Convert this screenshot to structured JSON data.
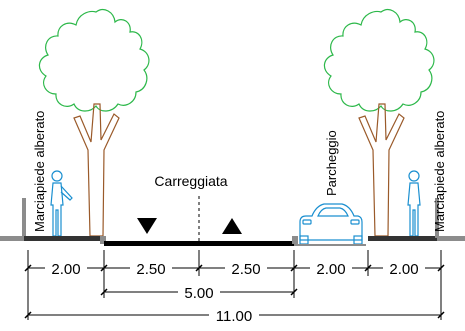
{
  "labels": {
    "left_sidewalk": "Marciapiede alberato",
    "roadway": "Carreggiata",
    "parking": "Parcheggio",
    "right_sidewalk": "Marciapiede alberato"
  },
  "dimensions": {
    "left_sidewalk": "2.00",
    "lane_left": "2.50",
    "lane_right": "2.50",
    "parking": "2.00",
    "right_sidewalk": "2.00",
    "roadway_total": "5.00",
    "total": "11.00"
  },
  "colors": {
    "tree_canopy": "#2db84a",
    "tree_trunk": "#9a5a2a",
    "person": "#1a8fd0",
    "car": "#1a8fd0",
    "asphalt": "#000000",
    "curb": "#8c8c8c",
    "line": "#000000"
  },
  "icons": {
    "left_arrow": "down-triangle",
    "right_arrow": "up-triangle"
  }
}
